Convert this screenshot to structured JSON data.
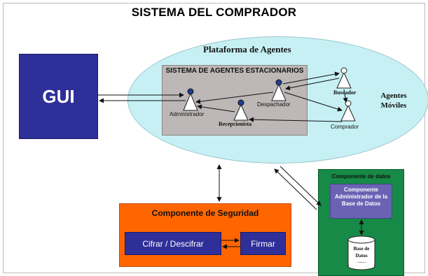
{
  "title": "SISTEMA DEL COMPRADOR",
  "gui": {
    "label": "GUI"
  },
  "plataforma": {
    "title": "Plataforma de Agentes",
    "estacionarios": {
      "title": "SISTEMA DE AGENTES ESTACIONARIOS",
      "agents": [
        "Administrador",
        "Despachador",
        "Recepcionista"
      ]
    },
    "moviles": {
      "title": "Agentes Móviles",
      "agents": [
        "Buscador",
        "Comprador"
      ]
    }
  },
  "seguridad": {
    "title": "Componente de Seguridad",
    "cifrar": "Cifrar / Descifrar",
    "firmar": "Firmar"
  },
  "datos": {
    "title": "Componente de datos",
    "admin": "Componente Administrador de la Base de Datos",
    "db": "Base de Datos"
  },
  "colors": {
    "gui": "#2f2f9a",
    "platform": "#c6f0f4",
    "stationary": "#bdb7b7",
    "security": "#ff6600",
    "data": "#168a46",
    "db_admin": "#6b62b4"
  }
}
